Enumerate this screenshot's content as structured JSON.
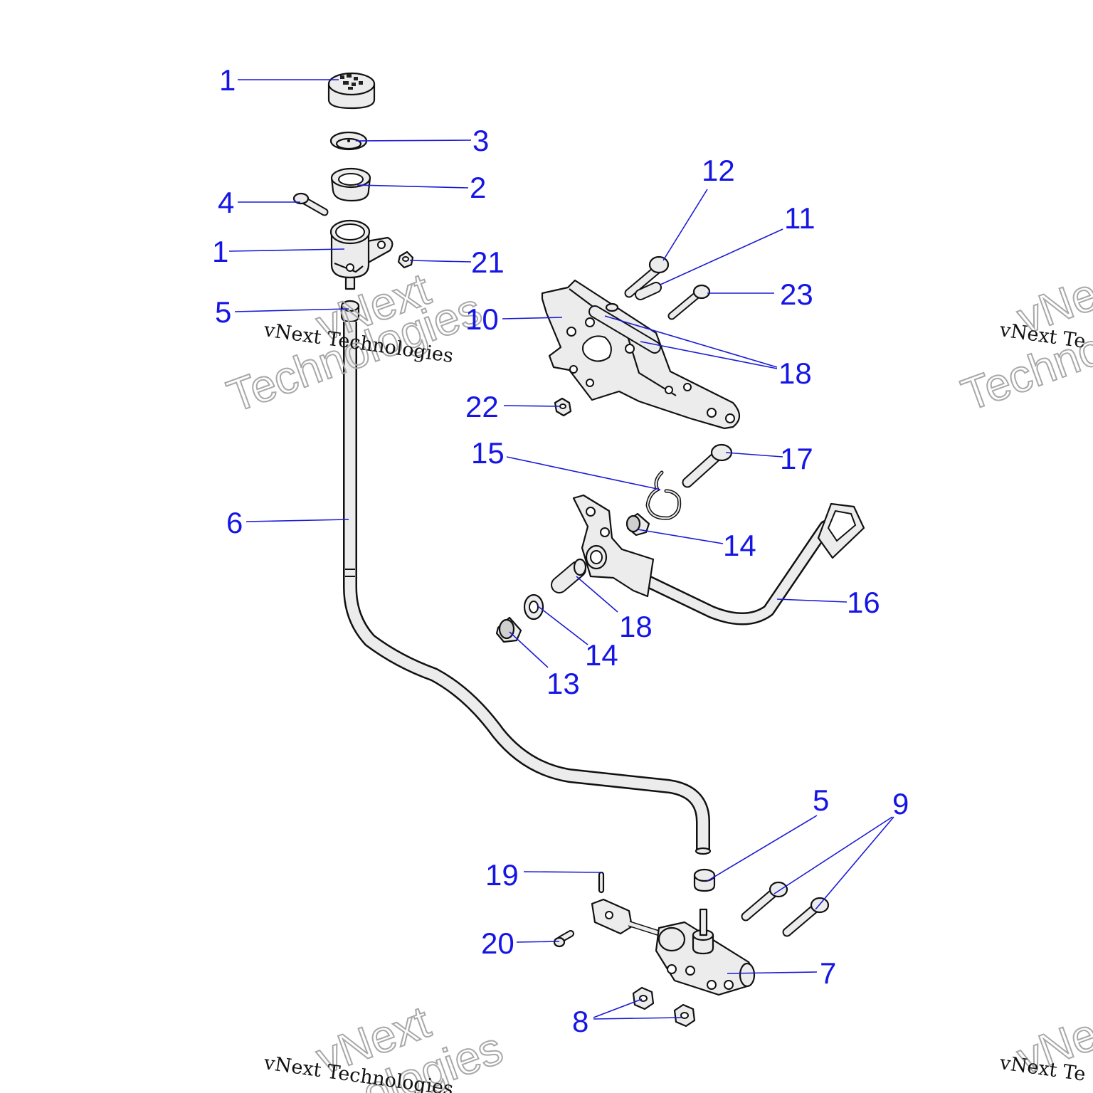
{
  "callouts": {
    "c1_cap": "1",
    "c3": "3",
    "c2": "2",
    "c4": "4",
    "c1_res": "1",
    "c21": "21",
    "c5_top": "5",
    "c10": "10",
    "c12": "12",
    "c11": "11",
    "c23": "23",
    "c18_top": "18",
    "c22": "22",
    "c15": "15",
    "c17": "17",
    "c14_right": "14",
    "c6": "6",
    "c16": "16",
    "c18_mid": "18",
    "c14_left": "14",
    "c13": "13",
    "c5_bottom": "5",
    "c9": "9",
    "c19": "19",
    "c20": "20",
    "c7": "7",
    "c8": "8"
  },
  "watermark": {
    "script_text": "vNext Technologies",
    "script_text_right": "vNext Te",
    "outline_word1": "vNext",
    "outline_word2": "Technologies",
    "outline_word1_right": "vNe",
    "outline_word2_right": "Techno",
    "outline_word2_bottom": "ologies"
  },
  "colors": {
    "callout": "#1515e6",
    "leader": "#1a1ad6",
    "part_fill": "#ececec",
    "outline": "#111111"
  }
}
